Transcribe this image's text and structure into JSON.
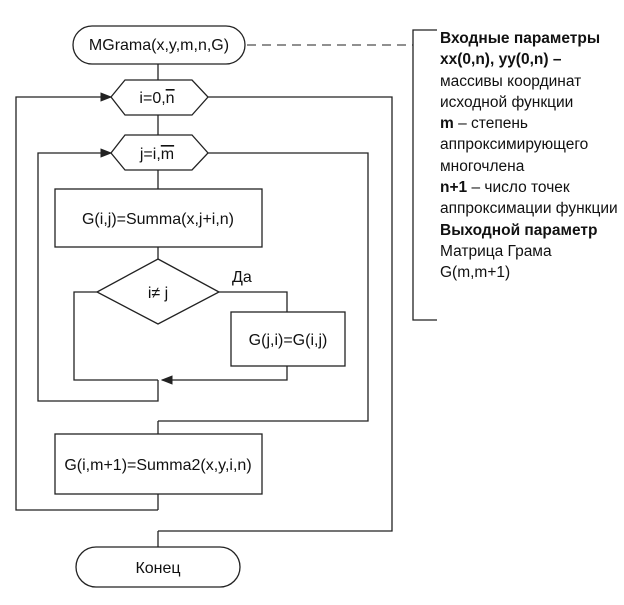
{
  "blocks": {
    "start": "MGrama(x,y,m,n,G)",
    "loop_i_var": "i=0,",
    "loop_i_end": "n",
    "loop_j_var": "j=i,",
    "loop_j_end": "m",
    "assign_g": "G(i,j)=Summa(x,j+i,n)",
    "condition": "i≠ j",
    "yes_label": "Да",
    "assign_sym": "G(j,i)=G(i,j)",
    "assign_last": "G(i,m+1)=Summa2(x,y,i,n)",
    "end": "Конец"
  },
  "notes": {
    "input_title": "Входные параметры",
    "arrays_bold": "xx(0,n), yy(0,n) –",
    "arrays_text": "массивы координат исходной функции",
    "m_bold": "m",
    "m_text": "– степень аппроксимирующего многочлена",
    "n_bold": "n+1",
    "n_text": "– число точек аппроксимации функции",
    "output_title": "Выходной параметр",
    "output_text": "Матрица Грама G(m,m+1)"
  }
}
